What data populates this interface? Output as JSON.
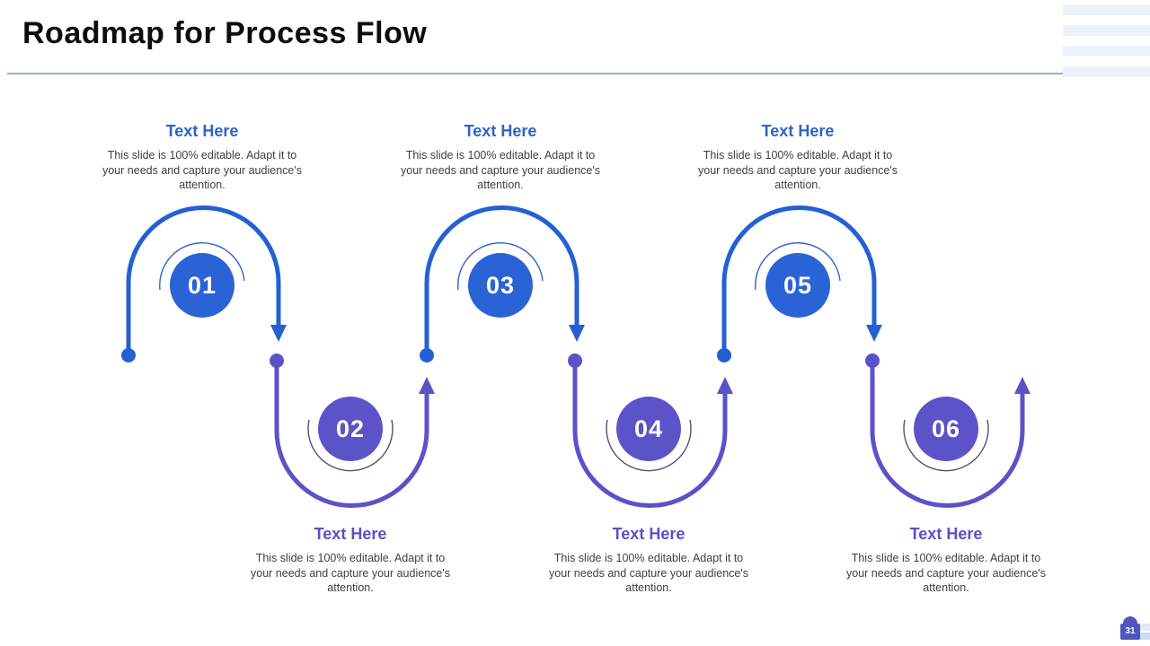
{
  "header": {
    "title": "Roadmap for Process Flow"
  },
  "steps": [
    {
      "number": "01",
      "heading": "Text Here",
      "body": "This slide is 100% editable. Adapt it to your needs and capture your audience's attention."
    },
    {
      "number": "02",
      "heading": "Text Here",
      "body": "This slide is 100% editable. Adapt it to your needs and capture your audience's attention."
    },
    {
      "number": "03",
      "heading": "Text Here",
      "body": "This slide is 100% editable. Adapt it to your needs and capture your audience's attention."
    },
    {
      "number": "04",
      "heading": "Text Here",
      "body": "This slide is 100% editable. Adapt it to your needs and capture your audience's attention."
    },
    {
      "number": "05",
      "heading": "Text Here",
      "body": "This slide is 100% editable. Adapt it to your needs and capture your audience's attention."
    },
    {
      "number": "06",
      "heading": "Text Here",
      "body": "This slide is 100% editable. Adapt it to your needs and capture your audience's attention."
    }
  ],
  "footer": {
    "page_number": "31"
  },
  "colors": {
    "accent_blue": "#2a63d6",
    "accent_purple": "#5c53c9",
    "heading_blue": "#3162c6",
    "heading_purple": "#5a50c6",
    "body_text": "#3f3f3f",
    "divider": "#97aecb",
    "decor_bar": "#edf2fa",
    "badge": "#4e55bb"
  }
}
